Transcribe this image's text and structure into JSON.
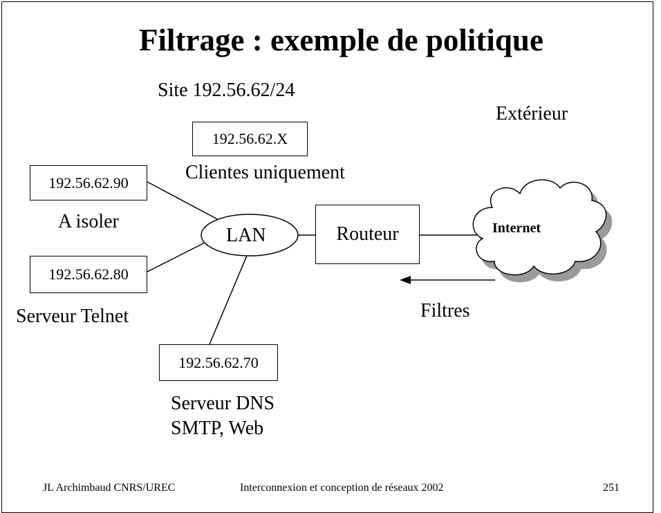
{
  "slide": {
    "title": "Filtrage : exemple de politique",
    "site_label": "Site 192.56.62/24",
    "exterior_label": "Extérieur",
    "hosts": [
      {
        "address": "192.56.62.X",
        "caption": "Clientes uniquement"
      },
      {
        "address": "192.56.62.90",
        "caption": "A isoler"
      },
      {
        "address": "192.56.62.80",
        "caption": "Serveur Telnet"
      },
      {
        "address": "192.56.62.70",
        "caption_line1": "Serveur DNS",
        "caption_line2": "SMTP, Web"
      }
    ],
    "lan_label": "LAN",
    "router_label": "Routeur",
    "internet_label": "Internet",
    "filter_label": "Filtres"
  },
  "footer": {
    "author": "JL Archimbaud CNRS/UREC",
    "course": "Interconnexion et conception de réseaux 2002",
    "page_number": "251"
  }
}
